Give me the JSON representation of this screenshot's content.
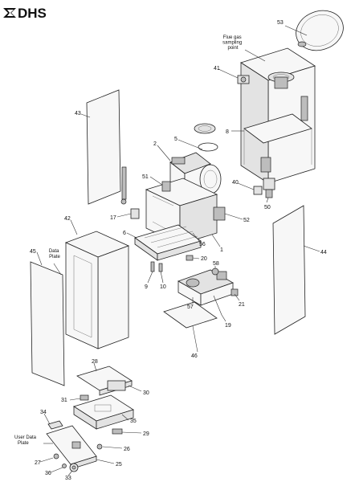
{
  "logo": {
    "text": "DHS",
    "icon": "dhs-brand-icon"
  },
  "callouts": [
    {
      "id": "53",
      "text": "53"
    },
    {
      "id": "flue",
      "lines": [
        "Flue gas",
        "sampling",
        "point"
      ]
    },
    {
      "id": "41",
      "text": "41"
    },
    {
      "id": "43",
      "text": "43"
    },
    {
      "id": "8a",
      "text": "8"
    },
    {
      "id": "2",
      "text": "2"
    },
    {
      "id": "5",
      "text": "5"
    },
    {
      "id": "51",
      "text": "51"
    },
    {
      "id": "40",
      "text": "40"
    },
    {
      "id": "50",
      "text": "50"
    },
    {
      "id": "17",
      "text": "17"
    },
    {
      "id": "52",
      "text": "52"
    },
    {
      "id": "42",
      "text": "42"
    },
    {
      "id": "6",
      "text": "6"
    },
    {
      "id": "56",
      "text": "56"
    },
    {
      "id": "1",
      "text": "1"
    },
    {
      "id": "44",
      "text": "44"
    },
    {
      "id": "45",
      "text": "45"
    },
    {
      "id": "data",
      "lines": [
        "Data",
        "Plate"
      ]
    },
    {
      "id": "20",
      "text": "20"
    },
    {
      "id": "58",
      "text": "58"
    },
    {
      "id": "9",
      "text": "9"
    },
    {
      "id": "10",
      "text": "10"
    },
    {
      "id": "21",
      "text": "21"
    },
    {
      "id": "57",
      "text": "57"
    },
    {
      "id": "19",
      "text": "19"
    },
    {
      "id": "46",
      "text": "46"
    },
    {
      "id": "28",
      "text": "28"
    },
    {
      "id": "30",
      "text": "30"
    },
    {
      "id": "31",
      "text": "31"
    },
    {
      "id": "35",
      "text": "35"
    },
    {
      "id": "34",
      "text": "34"
    },
    {
      "id": "29",
      "text": "29"
    },
    {
      "id": "user",
      "lines": [
        "User Data",
        "Plate"
      ]
    },
    {
      "id": "26",
      "text": "26"
    },
    {
      "id": "27",
      "text": "27"
    },
    {
      "id": "25",
      "text": "25"
    },
    {
      "id": "36",
      "text": "36"
    },
    {
      "id": "33",
      "text": "33"
    }
  ]
}
